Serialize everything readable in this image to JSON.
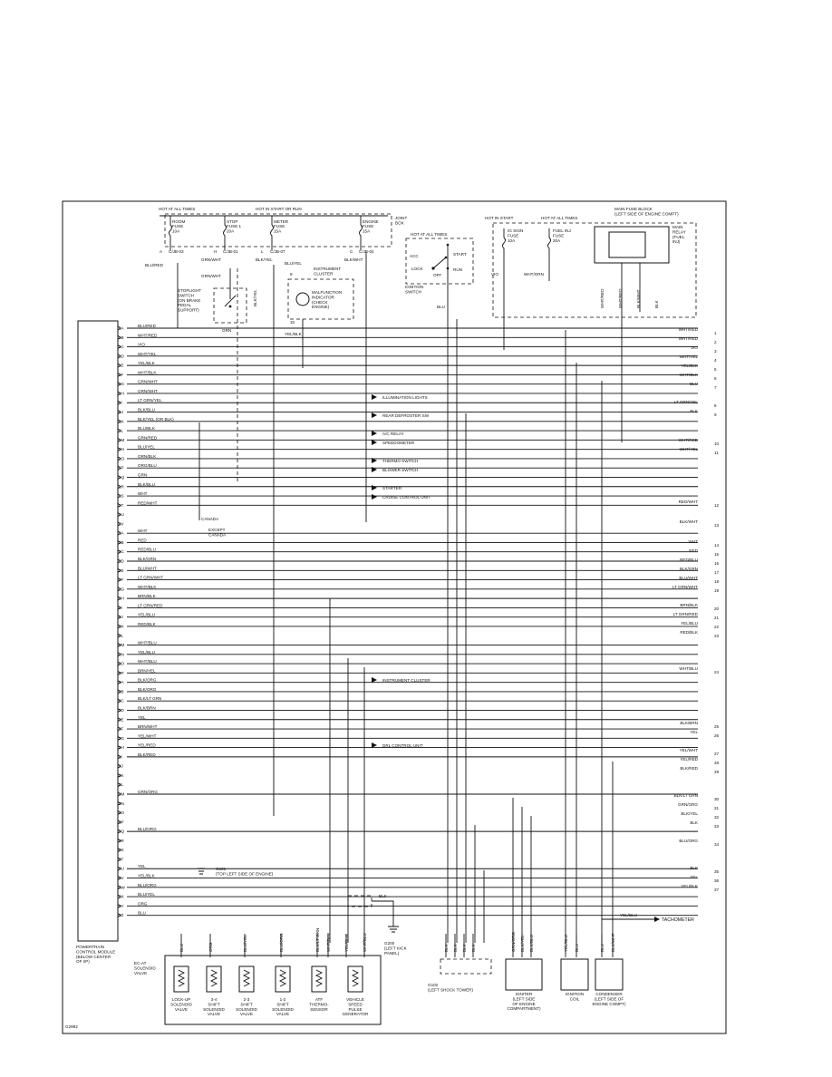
{
  "fuses": [
    {
      "pin": "A",
      "conn": "C/JB-03",
      "label": "ROOM\nFUSE\n10A"
    },
    {
      "pin": "H",
      "conn": "C/JB-01",
      "label": "STOP\nFUSE 1\n20A"
    },
    {
      "pin": "L",
      "conn": "C/JB-07",
      "label": "METER\nFUSE\n15A"
    },
    {
      "pin": "C",
      "conn": "C/JB-04",
      "label": "ENGINE\nFUSE\n15A"
    }
  ],
  "top_labels": {
    "hot_all_times": "HOT AT ALL TIMES",
    "hot_start_run": "HOT IN START OR RUN",
    "joint_box": "JOINT\nBOX",
    "hot_all_times_2": "HOT AT ALL TIMES",
    "ign_acc": "ACC",
    "ign_lock": "LOCK",
    "ign_start": "START",
    "ign_run": "RUN",
    "ign_off": "OFF",
    "ign_switch": "IGNITION\nSWITCH",
    "hot_in_start": "HOT IN START",
    "hot_all_times_3": "HOT AT ALL TIMES",
    "main_fuse_block": "MAIN FUSE BLOCK\n(LEFT SIDE OF ENGINE COMPT)",
    "ig_sign_fuse": "IG SIGN\nFUSE\n10A",
    "fuel_inj_fuse": "FUEL INJ\nFUSE\n20A",
    "main_relay": "MAIN\nRELAY\n(FUEL\nINJ)",
    "stoplight": "STOPLIGHT\nSWITCH\n(ON BRAKE\nPEDAL\nSUPPORT)",
    "instrument_cluster": "INSTRUMENT\nCLUSTER",
    "mil": "MALFUNCTION\nINDICATOR\n(CHECK\nENGINE)",
    "pin_8": "8",
    "pin_10": "10",
    "blu_red": "BLU/RED",
    "grn_wht_1": "GRN/WHT",
    "grn_wht_2": "GRN/WHT",
    "grn": "GRN",
    "blk_yel_1": "BLK/YEL",
    "blk_yel_2": "BLK/YEL",
    "blu_yel": "BLU/YEL",
    "blk_wht": "BLK/WHT",
    "yel_blk": "YEL/BLK",
    "blu": "BLU",
    "vio": "VIO",
    "wht_grn": "WHT/GRN",
    "relay_wht_red": "WHT/RED",
    "relay_wht_red2": "WHT/RED",
    "relay_blk_wht": "BLK/WHT",
    "relay_blk": "BLK",
    "canada": "CANADA",
    "except_canada": "EXCEPT\nCANADA"
  },
  "pcm_label": "POWERTRAIN\nCONTROL MODULE\n(BELOW CENTER\nOF I/P)",
  "pcm_pins": [
    {
      "pin": "1A",
      "wire": "BLU/RED"
    },
    {
      "pin": "1B",
      "wire": "WHT/RED"
    },
    {
      "pin": "1C",
      "wire": "VIO"
    },
    {
      "pin": "1D",
      "wire": "WHT/YEL"
    },
    {
      "pin": "1E",
      "wire": "YEL/BLK"
    },
    {
      "pin": "1F",
      "wire": "WHT/BLK"
    },
    {
      "pin": "1G",
      "wire": "GRN/WHT"
    },
    {
      "pin": "1H",
      "wire": "GRN/WHT"
    },
    {
      "pin": "1I",
      "wire": "LT GRN/YEL"
    },
    {
      "pin": "1J",
      "wire": "BLK/BLU"
    },
    {
      "pin": "1K",
      "wire": "BLK/YEL (OR BLK)"
    },
    {
      "pin": "1L",
      "wire": "BLU/BLK"
    },
    {
      "pin": "1M",
      "wire": "GRN/RED"
    },
    {
      "pin": "1N",
      "wire": "BLU/YEL"
    },
    {
      "pin": "1O",
      "wire": "GRN/BLK"
    },
    {
      "pin": "1P",
      "wire": "ORG/BLU"
    },
    {
      "pin": "1Q",
      "wire": "GRN"
    },
    {
      "pin": "1R",
      "wire": "BLK/BLU"
    },
    {
      "pin": "1S",
      "wire": "WHT"
    },
    {
      "pin": "1T",
      "wire": "RED/WHT"
    },
    {
      "pin": "1U",
      "wire": ""
    },
    {
      "pin": "1V",
      "wire": ""
    },
    {
      "pin": "2A",
      "wire": "WHT"
    },
    {
      "pin": "2B",
      "wire": "RED"
    },
    {
      "pin": "2C",
      "wire": "RED/BLU"
    },
    {
      "pin": "2D",
      "wire": "BLK/GRN"
    },
    {
      "pin": "2E",
      "wire": "BLU/WHT"
    },
    {
      "pin": "2F",
      "wire": "LT GRN/WHT"
    },
    {
      "pin": "2G",
      "wire": "WHT/BLK"
    },
    {
      "pin": "2H",
      "wire": "BRN/BLK"
    },
    {
      "pin": "2I",
      "wire": "LT GRN/RED"
    },
    {
      "pin": "2J",
      "wire": "YEL/BLU"
    },
    {
      "pin": "2K",
      "wire": "RED/BLK"
    },
    {
      "pin": "2L",
      "wire": ""
    },
    {
      "pin": "2M",
      "wire": "WHT/BLU"
    },
    {
      "pin": "2N",
      "wire": "YEL/BLU"
    },
    {
      "pin": "2O",
      "wire": "WHT/BLU"
    },
    {
      "pin": "2P",
      "wire": "BRN/YEL"
    },
    {
      "pin": "3A",
      "wire": "BLK/ORG"
    },
    {
      "pin": "3B",
      "wire": "BLK/ORG"
    },
    {
      "pin": "3C",
      "wire": "BLK/LT GRN"
    },
    {
      "pin": "3D",
      "wire": "BLK/BRN"
    },
    {
      "pin": "3E",
      "wire": "YEL"
    },
    {
      "pin": "3F",
      "wire": "BRN/WHT"
    },
    {
      "pin": "3G",
      "wire": "YEL/WHT"
    },
    {
      "pin": "3H",
      "wire": "YEL/RED"
    },
    {
      "pin": "3I",
      "wire": "BLK/RED"
    },
    {
      "pin": "3J",
      "wire": ""
    },
    {
      "pin": "3K",
      "wire": ""
    },
    {
      "pin": "3L",
      "wire": ""
    },
    {
      "pin": "3M",
      "wire": "GRN/ORG"
    },
    {
      "pin": "3N",
      "wire": ""
    },
    {
      "pin": "3O",
      "wire": ""
    },
    {
      "pin": "3P",
      "wire": ""
    },
    {
      "pin": "3Q",
      "wire": "BLU/ORG"
    },
    {
      "pin": "3R",
      "wire": ""
    },
    {
      "pin": "3S",
      "wire": ""
    },
    {
      "pin": "3T",
      "wire": ""
    },
    {
      "pin": "3U",
      "wire": "YEL"
    },
    {
      "pin": "3V",
      "wire": "YEL/BLK"
    },
    {
      "pin": "3W",
      "wire": "BLU/ORG"
    },
    {
      "pin": "3X",
      "wire": "BLU/YEL"
    },
    {
      "pin": "3Y",
      "wire": "ORG"
    },
    {
      "pin": "3Z",
      "wire": "BLU"
    }
  ],
  "outputs": [
    "ILLUMINATION LIGHTS",
    "REAR DEFROSTER SW",
    "A/C RELAY",
    "SPEEDOMETER",
    "THERMO SWITCH",
    "BLOWER SWITCH",
    "STARTER",
    "CRUISE CONTROL UNIT",
    "INSTRUMENT CLUSTER",
    "DRL CONTROL UNIT"
  ],
  "right_wires": [
    {
      "n": "1",
      "wire": "WHT/RED"
    },
    {
      "n": "2",
      "wire": "WHT/RED"
    },
    {
      "n": "3",
      "wire": "VIO"
    },
    {
      "n": "4",
      "wire": "WHT/YEL"
    },
    {
      "n": "5",
      "wire": "YEL/BLK"
    },
    {
      "n": "6",
      "wire": "WHT/BLK"
    },
    {
      "n": "7",
      "wire": "BLU"
    },
    {
      "n": "8",
      "wire": "LT GRN/YEL"
    },
    {
      "n": "9",
      "wire": "BLK"
    },
    {
      "n": "10",
      "wire": "WHT/RED"
    },
    {
      "n": "11",
      "wire": "WHT/YEL"
    },
    {
      "n": "12",
      "wire": "RED/WHT"
    },
    {
      "n": "13",
      "wire": "BLK/WHT"
    },
    {
      "n": "14",
      "wire": "WHT"
    },
    {
      "n": "15",
      "wire": "RED"
    },
    {
      "n": "16",
      "wire": "RED/BLU"
    },
    {
      "n": "17",
      "wire": "BLK/GRN"
    },
    {
      "n": "18",
      "wire": "BLU/WHT"
    },
    {
      "n": "19",
      "wire": "LT GRN/WHT"
    },
    {
      "n": "20",
      "wire": "BRN/BLK"
    },
    {
      "n": "21",
      "wire": "LT GRN/RED"
    },
    {
      "n": "22",
      "wire": "YEL/BLU"
    },
    {
      "n": "23",
      "wire": "RED/BLK"
    },
    {
      "n": "24",
      "wire": "WHT/BLU"
    },
    {
      "n": "25",
      "wire": "BLK/BRN"
    },
    {
      "n": "26",
      "wire": "YEL"
    },
    {
      "n": "27",
      "wire": "YEL/WHT"
    },
    {
      "n": "28",
      "wire": "YEL/RED"
    },
    {
      "n": "29",
      "wire": "BLK/RED"
    },
    {
      "n": "30",
      "wire": "BLK/LT GRN"
    },
    {
      "n": "31",
      "wire": "GRN/ORG"
    },
    {
      "n": "32",
      "wire": "BLK/YEL"
    },
    {
      "n": "33",
      "wire": "BLK"
    },
    {
      "n": "34",
      "wire": "BLU/ORG"
    },
    {
      "n": "35",
      "wire": "BLK"
    },
    {
      "n": "36",
      "wire": "YEL"
    },
    {
      "n": "37",
      "wire": "YEL/BLK"
    }
  ],
  "ground_g101": "G101\n(TOP LEFT SIDE OF ENGINE)",
  "ground_g200": "G200\n(LEFT KICK\nPANEL)",
  "ground_g102": "G102\n(LEFT SHOCK TOWER)",
  "g200_wire": "BLK",
  "tach_wire": "YEL/BLU",
  "tachometer": "TACHOMETER",
  "solenoid_block": "EC-AT\nSOLENOID\nVALVE",
  "bottom_components": [
    "LOCK-UP\nSOLENOID\nVALVE",
    "3-4\nSHIFT\nSOLENOID\nVALVE",
    "2-3\nSHIFT\nSOLENOID\nVALVE",
    "1-2\nSHIFT\nSOLENOID\nVALVE",
    "ATF\nTHERMO-\nSENSOR",
    "VEHICLE\nSPEED\nPULSE\nGENERATOR",
    "IGNITER\n(LEFT SIDE\nOF ENGINE\nCOMPARTMENT)",
    "IGNITION\nCOIL",
    "CONDENSER\n(LEFT SIDE OF\nENGINE COMPT)"
  ],
  "bottom_wires": [
    "BLU",
    "ORG",
    "BLU/YEL",
    "BLU/ORG",
    "BLK/LT GRN",
    "WHT/BLU",
    "YEL/BLU",
    "WHT/BLU",
    "BLK",
    "BLK",
    "BLK",
    "BLK",
    "GRN/ORG",
    "BLK/YEL",
    "BLK/BLU",
    "YEL/BLU",
    "BLU",
    "BLU",
    "BLK/WHT"
  ],
  "figure_id": "G2992"
}
